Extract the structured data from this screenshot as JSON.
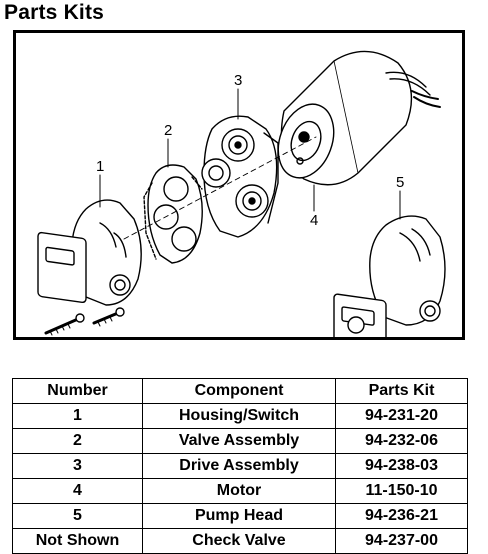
{
  "title": "Parts Kits",
  "diagram": {
    "callouts": [
      "1",
      "2",
      "3",
      "4",
      "5"
    ]
  },
  "table": {
    "headers": [
      "Number",
      "Component",
      "Parts Kit"
    ],
    "rows": [
      {
        "number": "1",
        "component": "Housing/Switch",
        "kit": "94-231-20"
      },
      {
        "number": "2",
        "component": "Valve Assembly",
        "kit": "94-232-06"
      },
      {
        "number": "3",
        "component": "Drive Assembly",
        "kit": "94-238-03"
      },
      {
        "number": "4",
        "component": "Motor",
        "kit": "11-150-10"
      },
      {
        "number": "5",
        "component": "Pump Head",
        "kit": "94-236-21"
      },
      {
        "number": "Not Shown",
        "component": "Check Valve",
        "kit": "94-237-00"
      }
    ]
  }
}
